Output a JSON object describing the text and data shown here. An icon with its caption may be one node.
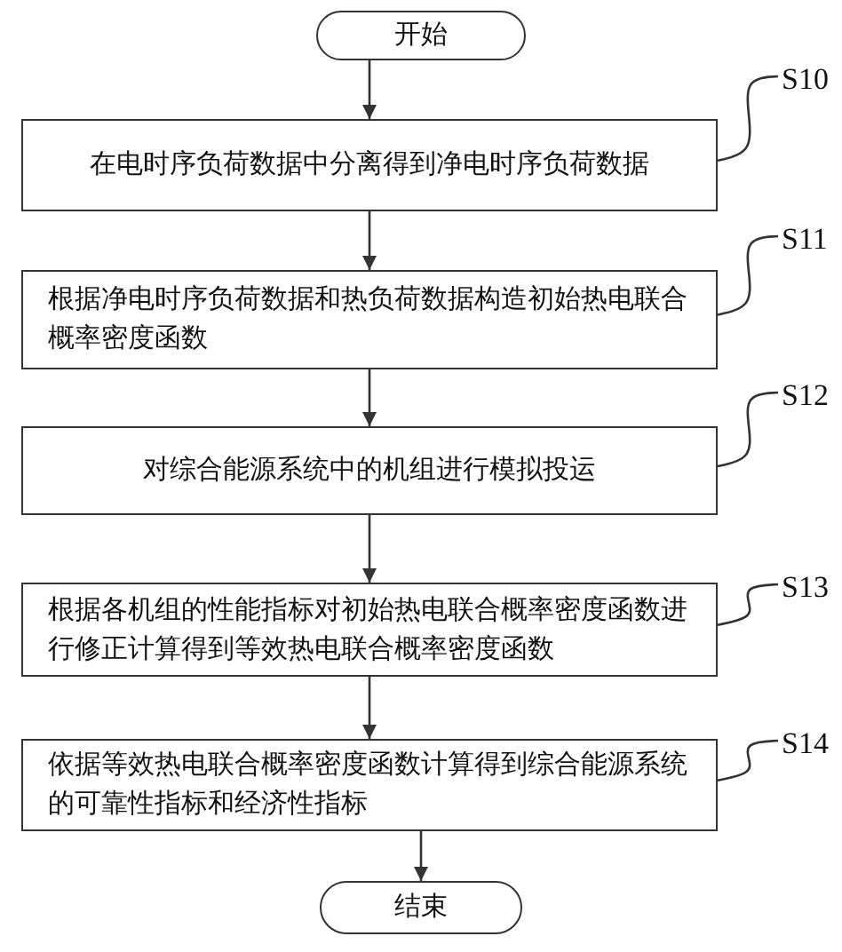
{
  "diagram": {
    "nodes": [
      {
        "text": [
          "开始"
        ]
      },
      {
        "text": [
          "S10"
        ]
      },
      {
        "text": [
          "在电时序负荷数据中分离得到净电时序负荷数据"
        ]
      },
      {
        "text": [
          "S11"
        ]
      },
      {
        "text": [
          "根据净电时序负荷数据和热负荷数据构造初始热电联合概率密度函数"
        ]
      },
      {
        "text": [
          "S12"
        ]
      },
      {
        "text": [
          "对综合能源系统中的机组进行模拟投运"
        ]
      },
      {
        "text": [
          "S13"
        ]
      },
      {
        "text": [
          "根据各机组的性能指标对初始热电联合概率密度函数进行修正计算得到等效热电联合概率密度函数"
        ]
      },
      {
        "text": [
          "S14"
        ]
      },
      {
        "text": [
          "依据等效热电联合概率密度函数计算得到综合能源系统的可靠性指标和经济性指标"
        ]
      },
      {
        "text": [
          "结束"
        ]
      }
    ],
    "edges": [
      {
        "from": 0,
        "to": 2,
        "arrow": "to"
      },
      {
        "from": 2,
        "to": 4,
        "arrow": "to"
      },
      {
        "from": 4,
        "to": 6,
        "arrow": "to"
      },
      {
        "from": 6,
        "to": 8,
        "arrow": "to"
      },
      {
        "from": 8,
        "to": 10,
        "arrow": "to"
      },
      {
        "from": 10,
        "to": 11,
        "arrow": "to"
      },
      {
        "from": 1,
        "to": 2,
        "arrow": "none"
      },
      {
        "from": 3,
        "to": 4,
        "arrow": "none"
      },
      {
        "from": 5,
        "to": 6,
        "arrow": "none"
      },
      {
        "from": 7,
        "to": 8,
        "arrow": "none"
      },
      {
        "from": 9,
        "to": 10,
        "arrow": "none"
      }
    ]
  }
}
